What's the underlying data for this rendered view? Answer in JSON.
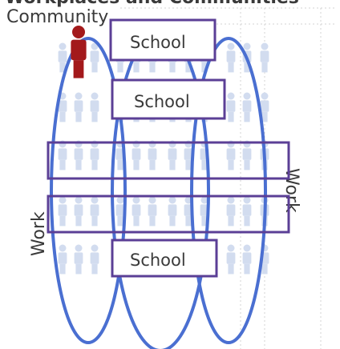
{
  "header": {
    "title_fragment": "Workplaces and Communities"
  },
  "section_label": "Community",
  "side_labels": {
    "left": "Work",
    "right": "Work"
  },
  "boxes": [
    {
      "label": "School"
    },
    {
      "label": "School"
    },
    {
      "label": "School"
    }
  ],
  "colors": {
    "ellipse": "#4a6fd1",
    "box_border": "#5b3f96",
    "text": "#3a3a3a",
    "highlight_figure": "#a3191b",
    "figure": "#d2dcef",
    "figure_stroke": "#ffffff",
    "grid": "#d3d3d3"
  }
}
